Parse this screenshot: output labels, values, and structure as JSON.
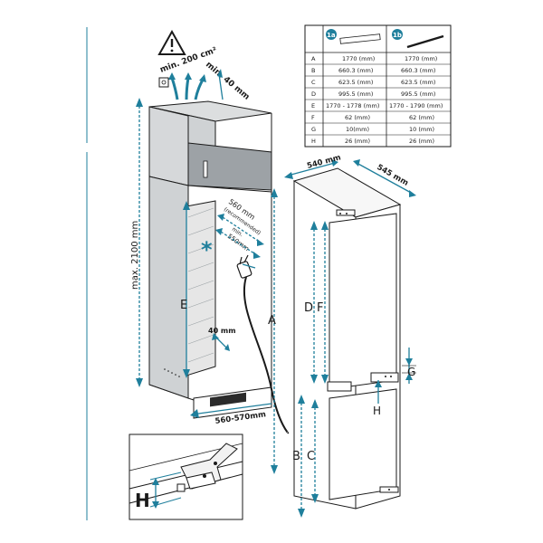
{
  "labels": {
    "vent_area": "min. 200 cm²",
    "top_gap": "min. 40 mm",
    "max_height": "max. 2100 mm",
    "niche_depth": "560 mm",
    "niche_depth_note": "(recommended)",
    "min_depth_label": "min.",
    "min_depth_value": "550mm",
    "side_gap": "40 mm",
    "niche_width": "560-570mm",
    "fridge_width": "540 mm",
    "fridge_depth": "545 mm",
    "asterisk": "*"
  },
  "letters": {
    "A": "A",
    "B": "B",
    "C": "C",
    "D": "D",
    "E": "E",
    "F": "F",
    "G": "G",
    "H": "H"
  },
  "table": {
    "col_1a": "1a",
    "col_1b": "1b",
    "rows": [
      {
        "key": "A",
        "v1a": "1770 (mm)",
        "v1b": "1770 (mm)"
      },
      {
        "key": "B",
        "v1a": "660.3 (mm)",
        "v1b": "660.3 (mm)"
      },
      {
        "key": "C",
        "v1a": "623.5 (mm)",
        "v1b": "623.5 (mm)"
      },
      {
        "key": "D",
        "v1a": "995.5 (mm)",
        "v1b": "995.5 (mm)"
      },
      {
        "key": "E",
        "v1a": "1770 - 1778 (mm)",
        "v1b": "1770 - 1790 (mm)"
      },
      {
        "key": "F",
        "v1a": "62 (mm)",
        "v1b": "62 (mm)"
      },
      {
        "key": "G",
        "v1a": "10(mm)",
        "v1b": "10 (mm)"
      },
      {
        "key": "H",
        "v1a": "26 (mm)",
        "v1b": "26 (mm)"
      }
    ]
  },
  "colors": {
    "accent": "#1f7f9c",
    "cabinet_side": "#cfd2d4",
    "cabinet_top": "#dcdedf",
    "upper_panel": "#9da2a6",
    "line": "#1a1a1a"
  }
}
